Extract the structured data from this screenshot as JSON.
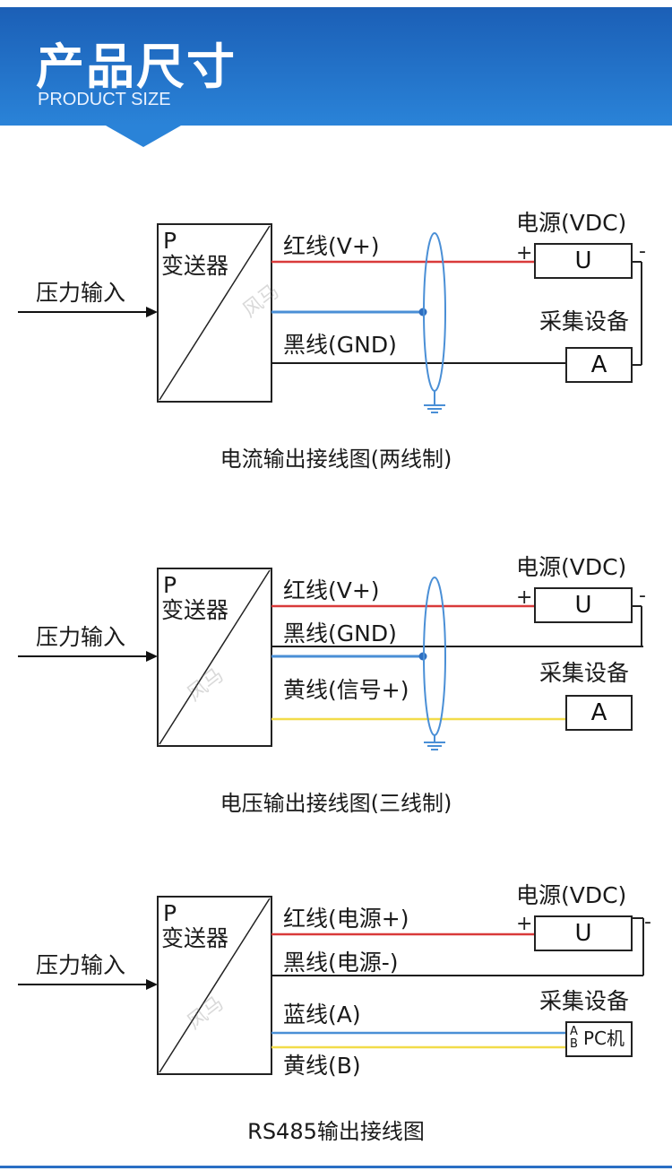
{
  "header": {
    "title": "产品尺寸",
    "subtitle": "PRODUCT SIZE"
  },
  "colors": {
    "red_wire": "#d93a3a",
    "blue_wire": "#4a8fd6",
    "black_wire": "#1a1a1a",
    "yellow_wire": "#f2dc4a",
    "shield": "#4a8fd6",
    "banner": "#2a83d8"
  },
  "common": {
    "transmitter_p": "P",
    "transmitter_name": "变送器",
    "pressure_input": "压力输入",
    "power_supply": "电源(VDC)",
    "acquisition": "采集设备",
    "u_label": "U",
    "a_label": "A",
    "plus": "+",
    "minus": "-",
    "watermark": "风马"
  },
  "diagram1": {
    "red_label": "红线(V+)",
    "black_label": "黑线(GND)",
    "caption": "电流输出接线图(两线制)"
  },
  "diagram2": {
    "red_label": "红线(V+)",
    "black_label": "黑线(GND)",
    "yellow_label": "黄线(信号+)",
    "caption": "电压输出接线图(三线制)"
  },
  "diagram3": {
    "red_label": "红线(电源+)",
    "black_label": "黑线(电源-)",
    "blue_label": "蓝线(A)",
    "yellow_label": "黄线(B)",
    "pc_a": "A",
    "pc_b": "B",
    "pc_label": "PC机",
    "caption": "RS485输出接线图"
  }
}
